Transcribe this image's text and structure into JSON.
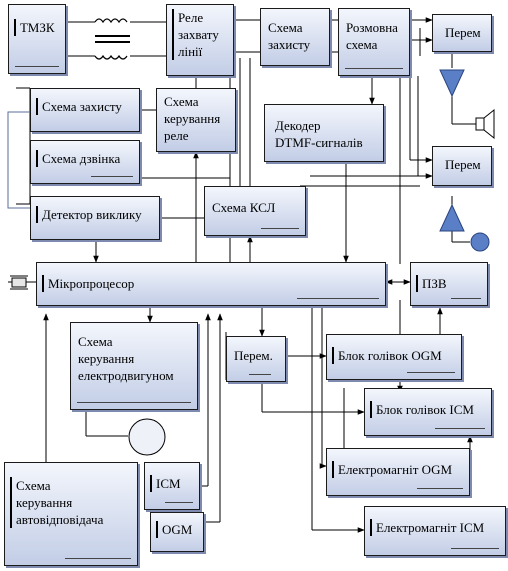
{
  "blocks": {
    "tmzk": "ТМЗК",
    "rele_zakhvatu": "Реле\nзахвату\nлінії",
    "skhema_zakhystu_top": "Схема\nзахисту",
    "rozmovna_skhema": "Розмовна\nсхема",
    "perem_1": "Перем",
    "perem_2": "Перем",
    "skhema_zakhystu_left": "Схема захисту",
    "skhema_dzvinka": "Схема дзвінка",
    "detektor_vyklyku": "Детектор виклику",
    "skhema_keruvannia_rele": "Схема\nкерування\nреле",
    "dekoder_dtmf": "Декодер\nDTMF-сигналів",
    "skhema_kshl": "Схема КСЛ",
    "mikroprotsesor": "Мікропроцесор",
    "pzv": "ПЗВ",
    "skhema_keruvannia_elektrodvyhunom": "Схема\nкерування\nелектродвигуном",
    "perem_3": "Перем.",
    "blok_holivok_ogm": "Блок голівок OGM",
    "blok_holivok_icm": "Блок голівок ICM",
    "elektromahnit_ogm": "Електромагніт OGM",
    "elektromahnit_icm": "Електромагніт ICM",
    "skhema_keruvannia_avtovidpovidacha": "Схема\nкерування\nавтовідповідача",
    "icm": "ICM",
    "ogm": "OGM"
  },
  "icons": [
    "transformer-icon",
    "amplifier-icon",
    "speaker-icon",
    "microphone-icon",
    "motor-icon",
    "crystal-icon"
  ],
  "colors": {
    "block_top": "#f3f6fc",
    "block_bottom": "#c2cde6",
    "shadow": "#7f8ab0",
    "wire": "#000000",
    "wire_loop": "#5a6f9a"
  }
}
